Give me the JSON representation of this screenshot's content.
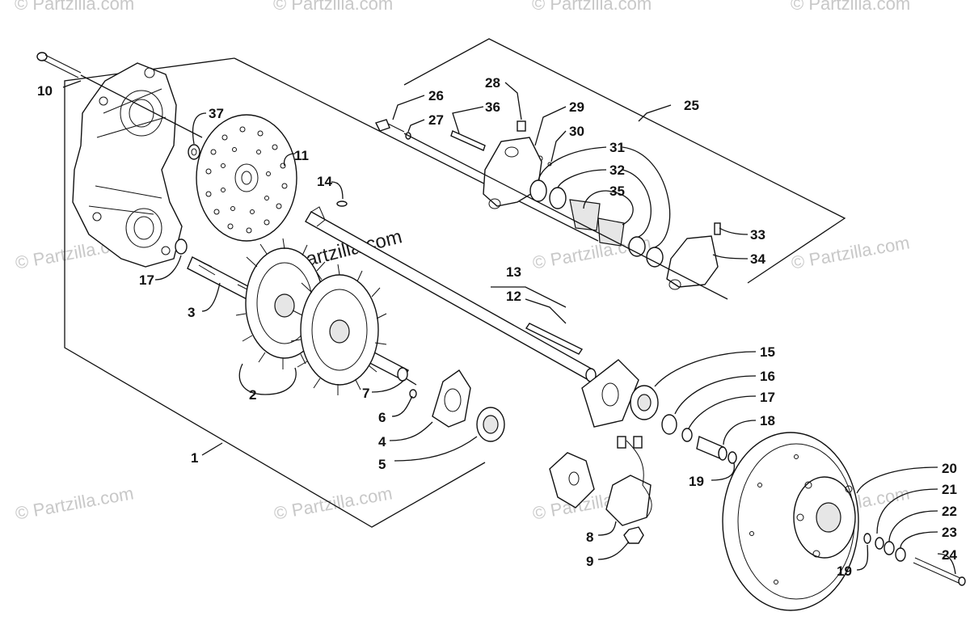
{
  "watermark": {
    "text": "© Partzilla.com",
    "primary": "© Partzilla.com"
  },
  "callouts": [
    "1",
    "2",
    "3",
    "4",
    "5",
    "6",
    "7",
    "8",
    "9",
    "10",
    "11",
    "12",
    "13",
    "14",
    "15",
    "16",
    "17",
    "17",
    "18",
    "19",
    "19",
    "20",
    "21",
    "22",
    "23",
    "24",
    "25",
    "26",
    "27",
    "28",
    "29",
    "30",
    "31",
    "32",
    "33",
    "34",
    "35",
    "36",
    "37"
  ],
  "colors": {
    "ink": "#111111",
    "watermark": "#c8c8c8",
    "background": "#ffffff"
  }
}
